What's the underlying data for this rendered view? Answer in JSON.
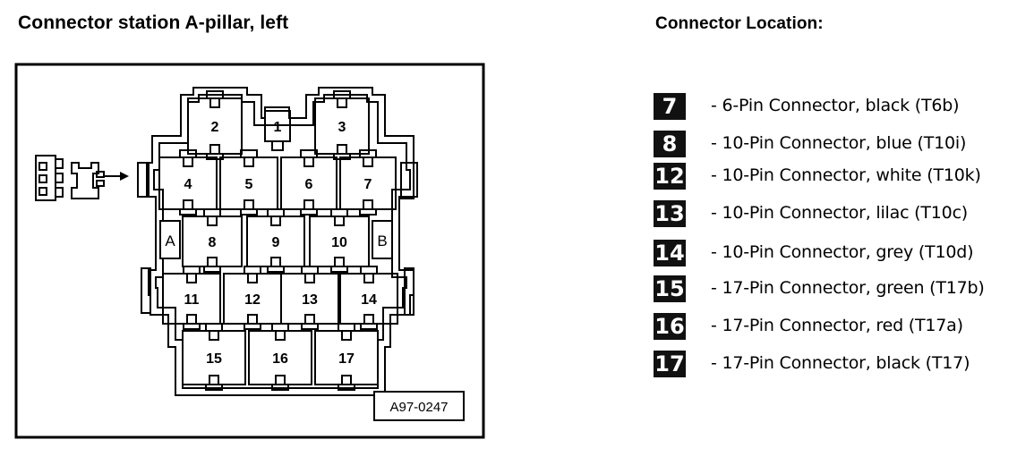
{
  "left_title": "Connector station A-pillar, left",
  "right_title": "Connector Location:",
  "diagram": {
    "connectors": [
      {
        "id": "c1",
        "label": "1"
      },
      {
        "id": "c2",
        "label": "2"
      },
      {
        "id": "c3",
        "label": "3"
      },
      {
        "id": "c4",
        "label": "4"
      },
      {
        "id": "c5",
        "label": "5"
      },
      {
        "id": "c6",
        "label": "6"
      },
      {
        "id": "c7",
        "label": "7"
      },
      {
        "id": "c8",
        "label": "8"
      },
      {
        "id": "c9",
        "label": "9"
      },
      {
        "id": "c10",
        "label": "10"
      },
      {
        "id": "c11",
        "label": "11"
      },
      {
        "id": "c12",
        "label": "12"
      },
      {
        "id": "c13",
        "label": "13"
      },
      {
        "id": "c14",
        "label": "14"
      },
      {
        "id": "c15",
        "label": "15"
      },
      {
        "id": "c16",
        "label": "16"
      },
      {
        "id": "c17",
        "label": "17"
      }
    ],
    "side_labels": {
      "a": "A",
      "b": "B"
    },
    "reference_code": "A97-0247"
  },
  "legend": [
    {
      "number": "7",
      "text": "- 6-Pin Connector, black (T6b)"
    },
    {
      "number": "8",
      "text": "- 10-Pin Connector, blue (T10i)"
    },
    {
      "number": "12",
      "text": "- 10-Pin Connector, white (T10k)"
    },
    {
      "number": "13",
      "text": "- 10-Pin Connector, lilac (T10c)"
    },
    {
      "number": "14",
      "text": "- 10-Pin Connector, grey (T10d)"
    },
    {
      "number": "15",
      "text": "- 17-Pin Connector, green (T17b)"
    },
    {
      "number": "16",
      "text": "- 17-Pin Connector, red (T17a)"
    },
    {
      "number": "17",
      "text": "- 17-Pin Connector, black (T17)"
    }
  ]
}
